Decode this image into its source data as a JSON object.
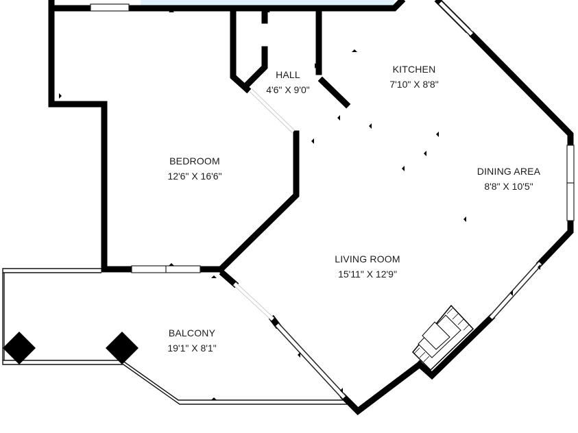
{
  "rooms": [
    {
      "id": "hall",
      "name": "HALL",
      "dims": "4'6\" X 9'0\""
    },
    {
      "id": "kitchen",
      "name": "KITCHEN",
      "dims": "7'10\" X 8'8\""
    },
    {
      "id": "bedroom",
      "name": "BEDROOM",
      "dims": "12'6\" X 16'6\""
    },
    {
      "id": "dining-area",
      "name": "DINING AREA",
      "dims": "8'8\" X 10'5\""
    },
    {
      "id": "living-room",
      "name": "LIVING ROOM",
      "dims": "15'11\" X 12'9\""
    },
    {
      "id": "balcony",
      "name": "BALCONY",
      "dims": "19'1\" X 8'1\""
    }
  ],
  "colors": {
    "wall": "#000000",
    "window": "#ffffff",
    "glass_top": "#dff0fa",
    "background": "#ffffff"
  }
}
